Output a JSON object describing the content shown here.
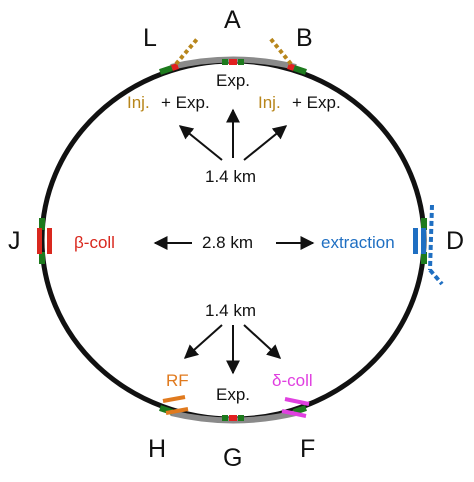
{
  "points": {
    "L": "L",
    "A": "A",
    "B": "B",
    "J": "J",
    "D": "D",
    "H": "H",
    "G": "G",
    "F": "F"
  },
  "labels": {
    "exp_top": "Exp.",
    "inj_left": "Inj.",
    "inj_left_rest": "+ Exp.",
    "inj_right": "Inj.",
    "inj_right_rest": "+ Exp.",
    "dist_top": "1.4 km",
    "dist_mid": "2.8 km",
    "dist_bottom": "1.4 km",
    "beta_coll": "β-coll",
    "extraction": "extraction",
    "rf": "RF",
    "delta_coll": "δ-coll",
    "exp_bottom": "Exp."
  },
  "colors": {
    "ring": "#111111",
    "straight": "#8a8a8a",
    "magnet_green": "#1d7a1d",
    "marker_red": "#e02020",
    "injection": "#b8861b",
    "beta_coll": "#d9281e",
    "extraction": "#1f6fc2",
    "rf": "#e07a1e",
    "delta_coll": "#e040e0"
  }
}
